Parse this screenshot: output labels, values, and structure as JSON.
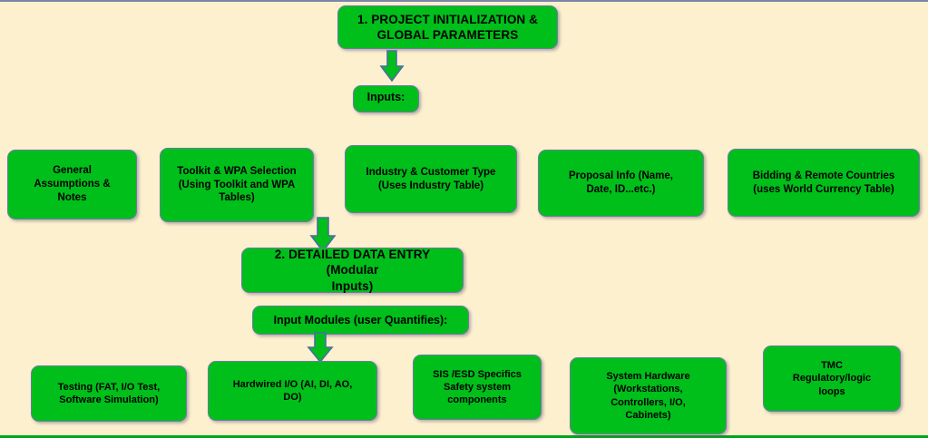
{
  "diagram": {
    "title": "Project Initialization and Detailed Data Entry Flow",
    "background_color": "#FDF0CE",
    "node_fill_color": "#00BF1A",
    "node_border_color": "#6B7BA6",
    "arrow_fill_color": "#00BF1A",
    "arrow_border_color": "#4A6FA0",
    "text_color": "#000000"
  },
  "phase1": {
    "header": "1. PROJECT INITIALIZATION &\nGLOBAL PARAMETERS",
    "inputs_label": "Inputs:",
    "items": [
      {
        "label": "General\nAssumptions &\nNotes"
      },
      {
        "label": "Toolkit & WPA Selection\n(Using Toolkit and WPA\nTables)"
      },
      {
        "label": "Industry & Customer Type\n(Uses Industry Table)"
      },
      {
        "label": "Proposal Info (Name,\nDate, ID...etc.)"
      },
      {
        "label": "Bidding & Remote Countries\n(uses World Currency Table)"
      }
    ]
  },
  "phase2": {
    "header": "2. DETAILED DATA ENTRY (Modular\nInputs)",
    "inputs_label": "Input Modules (user Quantifies):",
    "items": [
      {
        "label": "Testing (FAT, I/O Test,\nSoftware Simulation)"
      },
      {
        "label": "Hardwired I/O (AI, DI, AO,\nDO)"
      },
      {
        "label": "SIS /ESD Specifics\nSafety system\ncomponents"
      },
      {
        "label": "System Hardware\n(Workstations,\nControllers, I/O,\nCabinets)"
      },
      {
        "label": "TMC\nRegulatory/logic\nloops"
      }
    ]
  },
  "arrows": {
    "a1_name": "arrow-phase1-to-inputs",
    "a2_name": "arrow-inputs-to-phase2",
    "a3_name": "arrow-phase2-to-modules"
  }
}
